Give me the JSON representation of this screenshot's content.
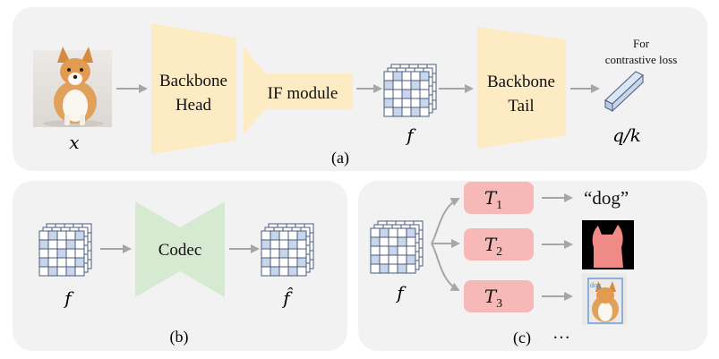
{
  "panel_a": {
    "caption": "(a)",
    "input_var": "x",
    "backbone_head_line1": "Backbone",
    "backbone_head_line2": "Head",
    "if_module": "IF module",
    "feature_var": "f",
    "backbone_tail_line1": "Backbone",
    "backbone_tail_line2": "Tail",
    "output_var": "q/k",
    "contrastive_line1": "For",
    "contrastive_line2": "contrastive loss"
  },
  "panel_b": {
    "caption": "(b)",
    "input_var": "f",
    "codec": "Codec",
    "output_var": "f̂"
  },
  "panel_c": {
    "caption": "(c)",
    "input_var": "f",
    "tasks": [
      {
        "base": "T",
        "sub": "1",
        "output": "“dog”"
      },
      {
        "base": "T",
        "sub": "2"
      },
      {
        "base": "T",
        "sub": "3"
      }
    ],
    "ellipsis": "…",
    "detection_label": "dog"
  },
  "colors": {
    "panel_bg": "#f2f2f2",
    "backbone": "#fdebc4",
    "codec": "#d6ead1",
    "task": "#f7b8b8",
    "grid_fill": "#c8d6ec",
    "grid_stroke": "#4b5a7a",
    "arrow": "#a6a6a6",
    "mask": "#ef8a86"
  }
}
